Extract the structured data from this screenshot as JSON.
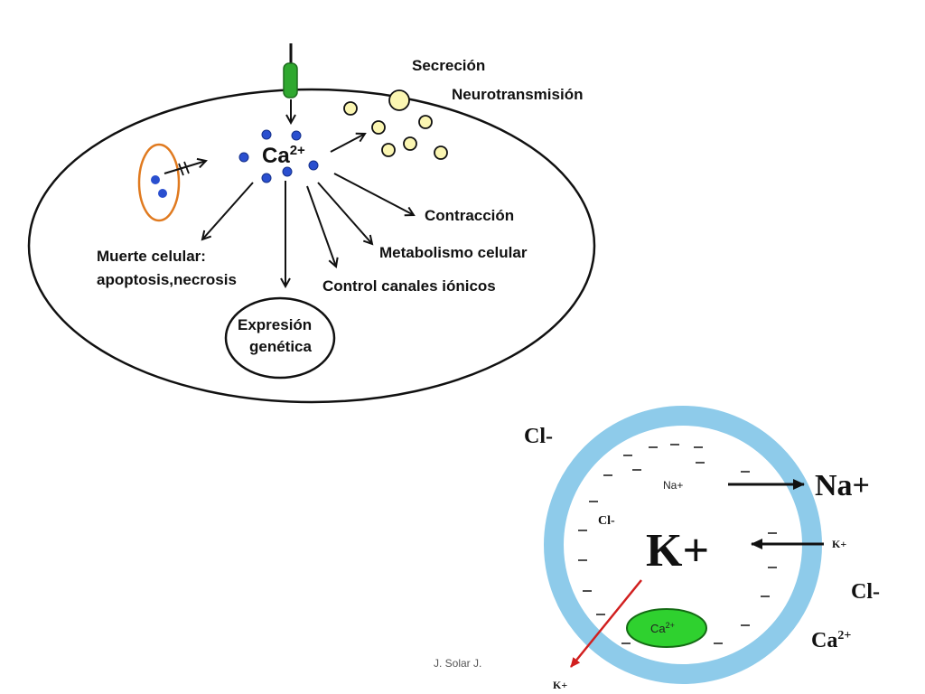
{
  "cell_diagram": {
    "ca_label": "Ca",
    "ca_charge": "2+",
    "secrecion": "Secreción",
    "neurotransmision": "Neurotransmisión",
    "contraccion": "Contracción",
    "metabolismo": "Metabolismo celular",
    "muerte_line1": "Muerte celular:",
    "muerte_line2": "apoptosis,necrosis",
    "control": "Control canales iónicos",
    "expresion_line1": "Expresión",
    "expresion_line2": "genética"
  },
  "membrane_diagram": {
    "cl_outside_top": "Cl-",
    "na_inside": "Na+",
    "na_outside": "Na+",
    "cl_inside": "Cl-",
    "k_inside": "K+",
    "k_outside_right": "K+",
    "cl_outside_right": "Cl-",
    "ca_outside": "Ca",
    "ca_outside_charge": "2+",
    "ca_inside": "Ca",
    "ca_inside_charge": "2+",
    "k_leak": "K+"
  },
  "footer": {
    "author": "J. Solar J."
  },
  "colors": {
    "ca_dot": "#2a4fcf",
    "vesicle": "#fbf6b2",
    "channel": "#2fa82f",
    "organelle": "#e07a1f",
    "membrane": "#8ecbea",
    "ca_store": "#2fd12f",
    "leak_arrow": "#d11f1f"
  }
}
